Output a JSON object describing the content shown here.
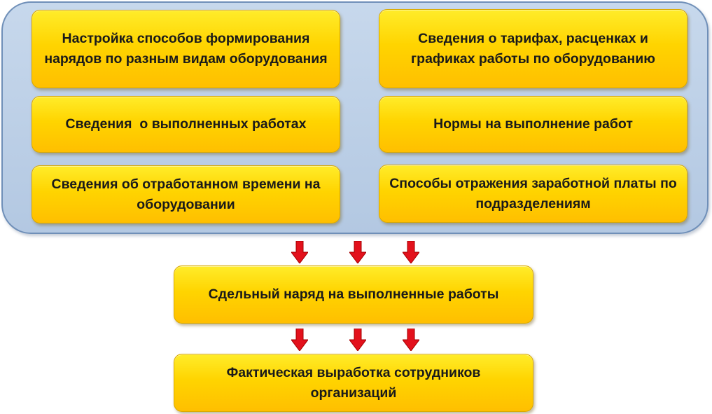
{
  "diagram": {
    "panel_boxes": [
      "Настройка способов формирования нарядов по разным видам оборудования",
      "Сведения о тарифах, расценках и графиках работы по оборудованию",
      "Сведения  о выполненных работах",
      "Нормы на выполнение работ",
      "Сведения об отработанном времени на оборудовании",
      "Способы отражения заработной платы по подразделениям"
    ],
    "middle_box": "Сдельный наряд на выполненные работы",
    "bottom_box": "Фактическая выработка сотрудников организаций",
    "colors": {
      "panel": "#b8cce4",
      "box": "#ffd000",
      "arrow": "#e3111c"
    },
    "arrow_icon": "down-arrow-icon"
  }
}
